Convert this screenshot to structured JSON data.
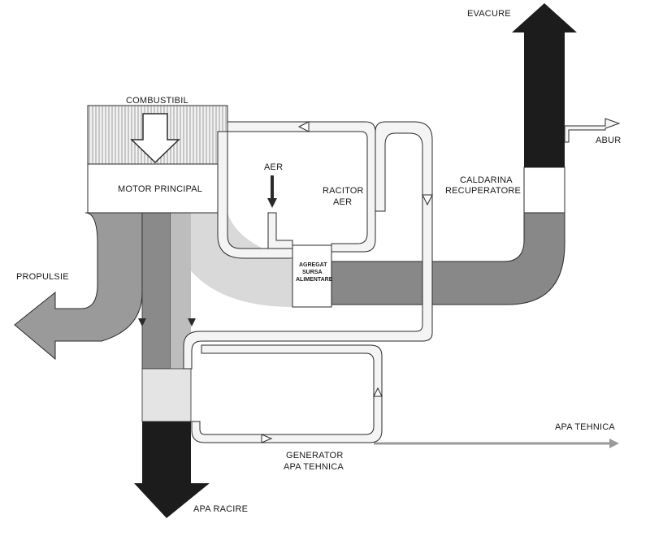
{
  "labels": {
    "combustibil": "COMBUSTIBIL",
    "motor_principal": "MOTOR PRINCIPAL",
    "aer": "AER",
    "racitor_line1": "RACITOR",
    "racitor_line2": "AER",
    "evacuare": "EVACURE",
    "abur": "ABUR",
    "caldarina_line1": "CALDARINA",
    "caldarina_line2": "RECUPERATORE",
    "propulsie": "PROPULSIE",
    "agregat_line1": "AGREGAT",
    "agregat_line2": "SURSA",
    "agregat_line3": "ALIMENTARE",
    "apa_tehnica": "APA TEHNICA",
    "generator_line1": "GENERATOR",
    "generator_line2": "APA TEHNICA",
    "apa_racire": "APA RACIRE"
  },
  "colors": {
    "propulsion_flow": "#9a9a9a",
    "cooling_flow": "#8a8a8a",
    "exhaust_flow": "#888888",
    "dark_flow": "#1c1c1c",
    "light_flow": "#d9d9d9",
    "pipe_fill": "#f4f4f4",
    "stroke": "#2a2a2a"
  }
}
